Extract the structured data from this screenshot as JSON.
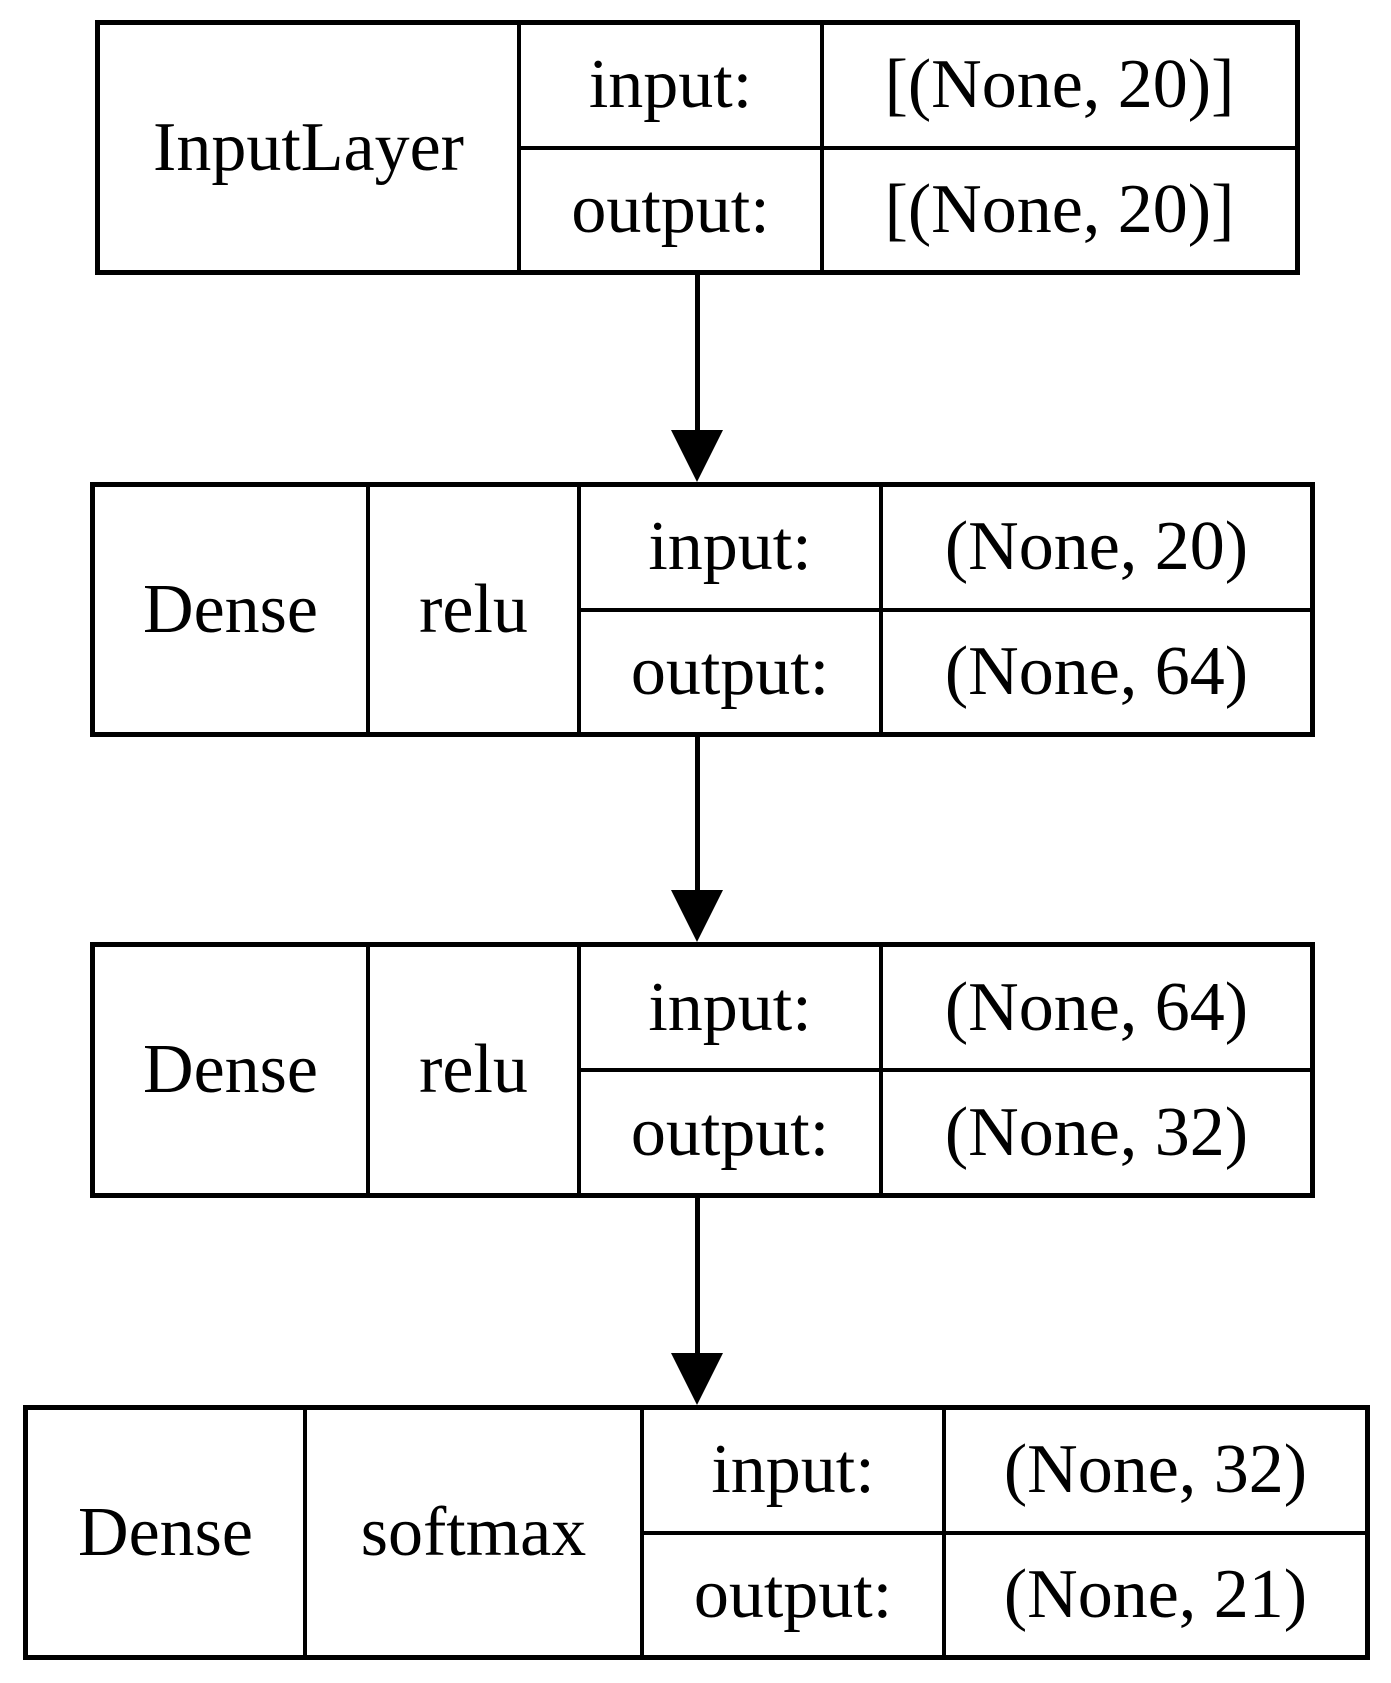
{
  "diagram": {
    "background": "#ffffff",
    "border_color": "#000000",
    "text_color": "#000000",
    "layers": [
      {
        "name": "InputLayer",
        "activation": null,
        "io": [
          {
            "label": "input:",
            "value": "[(None, 20)]"
          },
          {
            "label": "output:",
            "value": "[(None, 20)]"
          }
        ]
      },
      {
        "name": "Dense",
        "activation": "relu",
        "io": [
          {
            "label": "input:",
            "value": "(None, 20)"
          },
          {
            "label": "output:",
            "value": "(None, 64)"
          }
        ]
      },
      {
        "name": "Dense",
        "activation": "relu",
        "io": [
          {
            "label": "input:",
            "value": "(None, 64)"
          },
          {
            "label": "output:",
            "value": "(None, 32)"
          }
        ]
      },
      {
        "name": "Dense",
        "activation": "softmax",
        "io": [
          {
            "label": "input:",
            "value": "(None, 32)"
          },
          {
            "label": "output:",
            "value": "(None, 21)"
          }
        ]
      }
    ],
    "edges": [
      {
        "from": 0,
        "to": 1
      },
      {
        "from": 1,
        "to": 2
      },
      {
        "from": 2,
        "to": 3
      }
    ]
  }
}
